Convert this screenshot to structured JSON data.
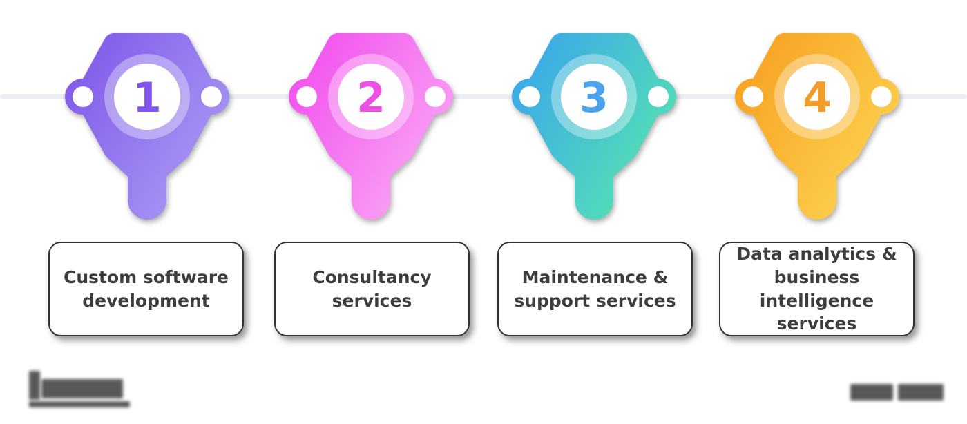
{
  "steps": [
    {
      "number": "1",
      "label": "Custom software development",
      "colors": {
        "from": "#7e54e9",
        "to": "#a796f3",
        "number": "#8355ef"
      }
    },
    {
      "number": "2",
      "label": "Consultancy services",
      "colors": {
        "from": "#f148ed",
        "to": "#f9a3f4",
        "number": "#ec50e6"
      }
    },
    {
      "number": "3",
      "label": "Maintenance & support services",
      "colors": {
        "from": "#38a2ef",
        "to": "#55e0b4",
        "number": "#4aa3ec"
      }
    },
    {
      "number": "4",
      "label": "Data analytics & business intelligence services",
      "colors": {
        "from": "#f79d1e",
        "to": "#fdd04e",
        "number": "#f09d2b"
      }
    }
  ],
  "connector": {
    "color": "#ededf2"
  },
  "card": {
    "background": "#ffffff",
    "border_color": "#333333",
    "text_color": "#3d3d3d"
  }
}
